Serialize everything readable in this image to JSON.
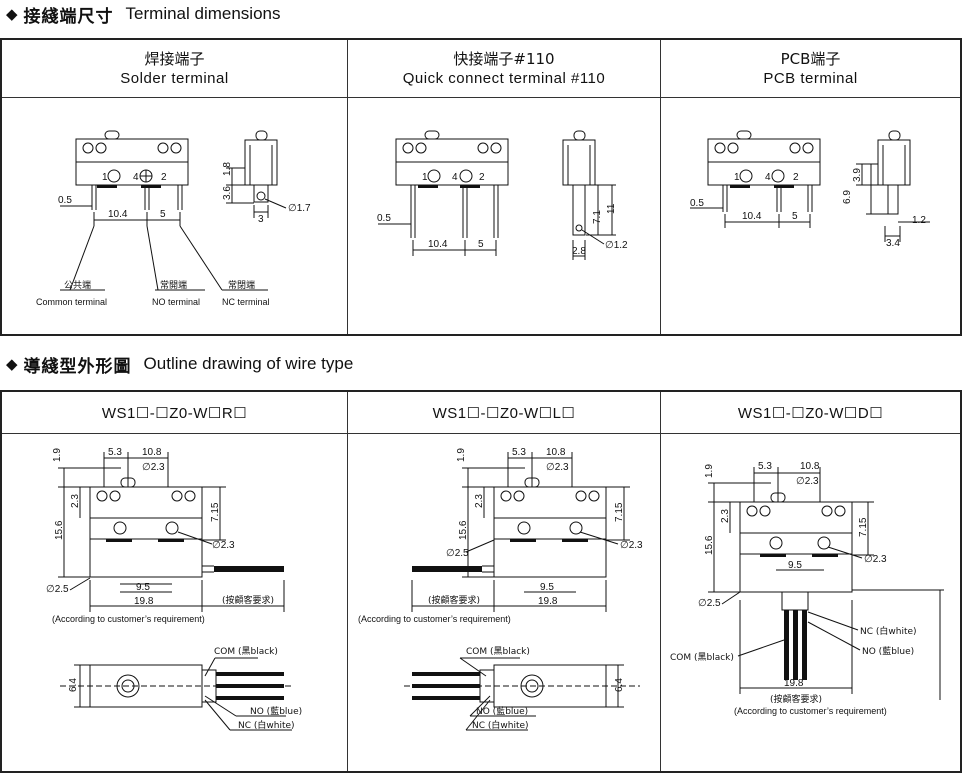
{
  "section1": {
    "title_zh": "接綫端尺寸",
    "title_en": "Terminal dimensions"
  },
  "terminals": [
    {
      "zh": "焊接端子",
      "en": "Solder  terminal"
    },
    {
      "zh": "快接端子#110",
      "en": "Quick connect terminal #110"
    },
    {
      "zh": "PCB端子",
      "en": "PCB terminal"
    }
  ],
  "solder": {
    "pin_labels": [
      "1",
      "4",
      "2"
    ],
    "dims": [
      "0.5",
      "10.4",
      "5",
      "1.8",
      "3.6",
      "3",
      "∅1.7"
    ],
    "callouts": [
      {
        "zh": "公共端",
        "en": "Common terminal"
      },
      {
        "zh": "常開端",
        "en": "NO terminal"
      },
      {
        "zh": "常閉端",
        "en": "NC terminal"
      }
    ]
  },
  "quick": {
    "pin_labels": [
      "1",
      "4",
      "2"
    ],
    "dims": [
      "0.5",
      "10.4",
      "5",
      "7.1",
      "11",
      "∅1.2",
      "2.8"
    ]
  },
  "pcb": {
    "pin_labels": [
      "1",
      "4",
      "2"
    ],
    "dims": [
      "0.5",
      "10.4",
      "5",
      "3.9",
      "6.9",
      "1.2",
      "3.4"
    ]
  },
  "section2": {
    "title_zh": "導綫型外形圖",
    "title_en": "Outline drawing of wire type"
  },
  "wire_models": [
    "WS1☐-☐Z0-W☐R☐",
    "WS1☐-☐Z0-W☐L☐",
    "WS1☐-☐Z0-W☐D☐"
  ],
  "wire_dims": {
    "top_gap": "1.9",
    "d1": "5.3",
    "d2": "10.8",
    "hole": "∅2.3",
    "left_v1": "2.3",
    "left_v2": "15.6",
    "right_v": "7.15",
    "hole2": "∅2.3",
    "hole3": "∅2.5",
    "d95": "9.5",
    "d198": "19.8",
    "side_h": "6.4"
  },
  "wire_text": {
    "req_zh": "(按顧客要求)",
    "req_en": "(According to customer’s requirement)",
    "com": "COM (黑black)",
    "no": "NO (藍blue)",
    "nc": "NC (白white)"
  }
}
